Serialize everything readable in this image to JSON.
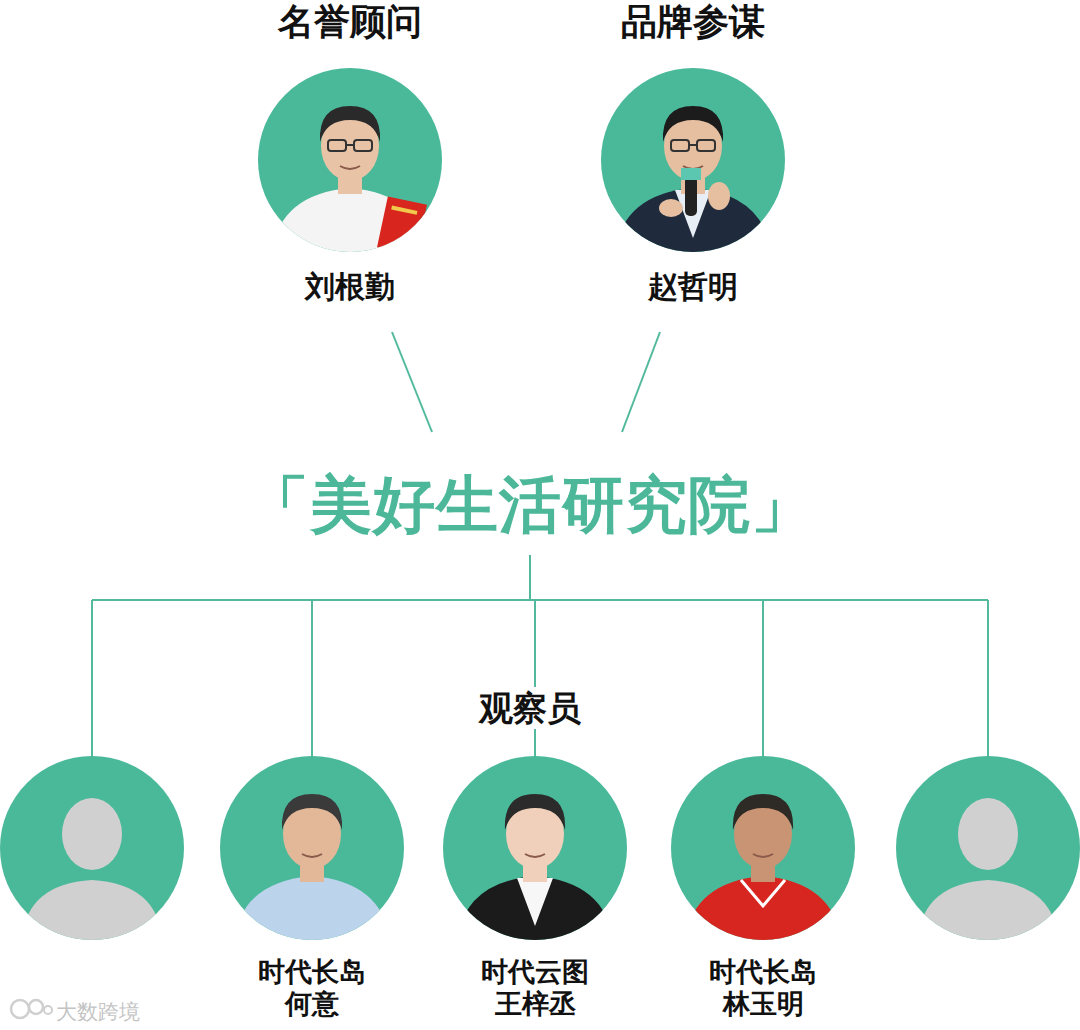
{
  "diagram": {
    "nodes": [
      {
        "text": [
          "名誉顾问",
          "刘根勤"
        ]
      },
      {
        "text": [
          "品牌参谋",
          "赵哲明"
        ]
      },
      {
        "text": [
          "「美好生活研究院」"
        ]
      },
      {
        "text": [
          "时代长岛",
          "何意"
        ]
      },
      {
        "text": [
          "时代云图",
          "王梓丞"
        ]
      },
      {
        "text": [
          "时代长岛",
          "林玉明"
        ]
      }
    ],
    "edges": [
      {
        "from": 0,
        "to": 2,
        "arrow": "none"
      },
      {
        "from": 1,
        "to": 2,
        "arrow": "none"
      },
      {
        "from": 2,
        "to": 3,
        "arrow": "none"
      },
      {
        "from": 2,
        "to": 4,
        "arrow": "none"
      },
      {
        "from": 2,
        "to": 5,
        "arrow": "none"
      }
    ],
    "labels": [
      "观察员",
      "大数跨境"
    ]
  }
}
